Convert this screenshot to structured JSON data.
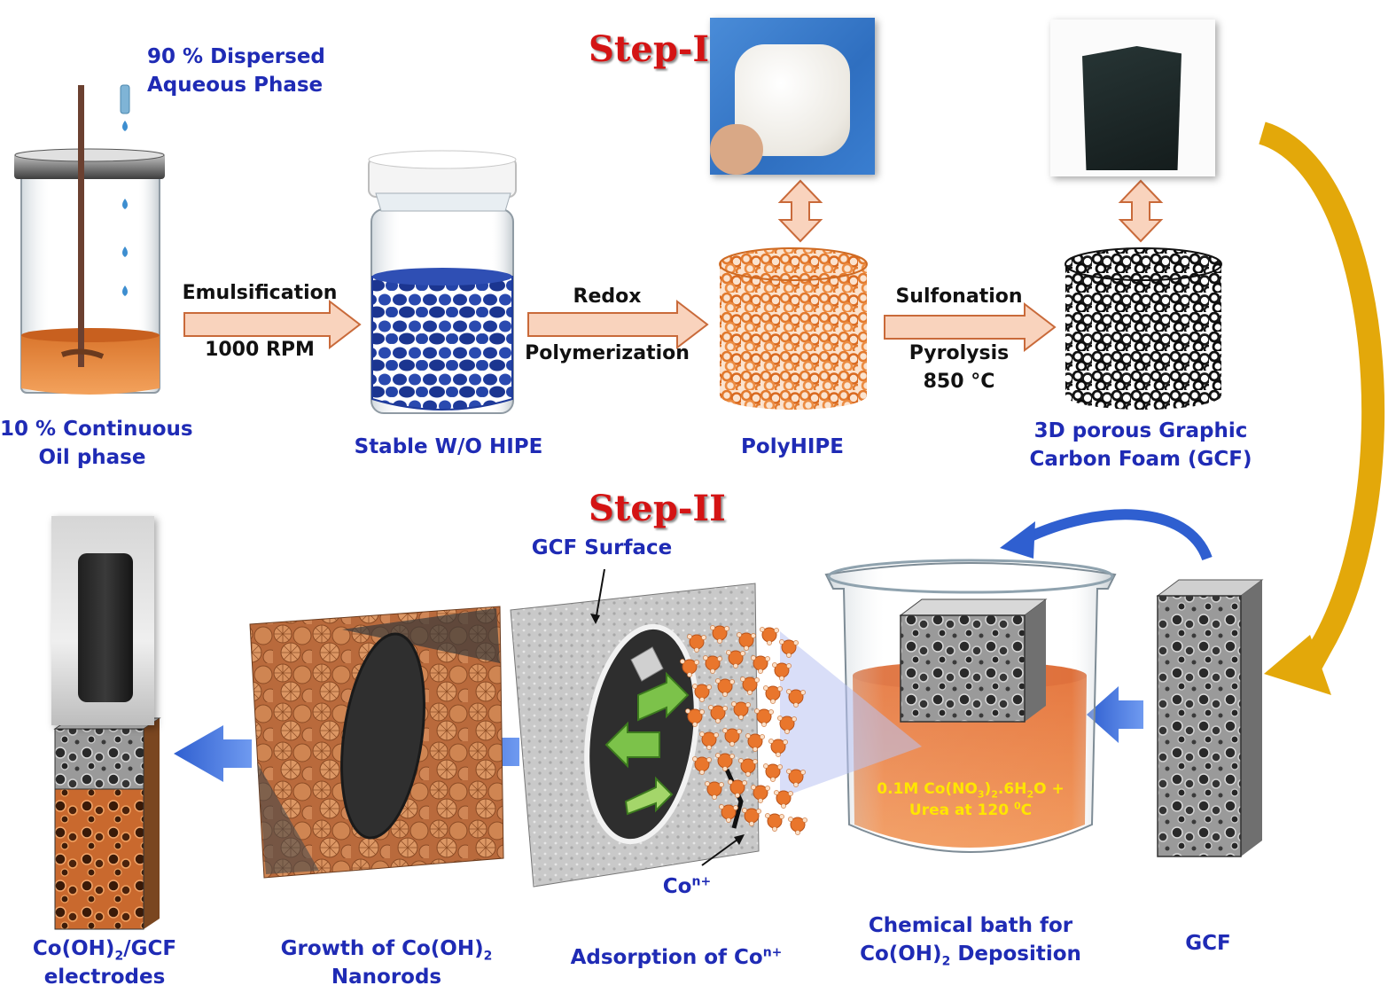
{
  "steps": {
    "step1": "Step-I",
    "step2": "Step-II"
  },
  "top_row": {
    "aqueous_line1": "90 % Dispersed",
    "aqueous_line2": "Aqueous Phase",
    "oil_line1": "10 % Continuous",
    "oil_line2": "Oil phase",
    "emulsification": "Emulsification",
    "rpm": "1000 RPM",
    "hipe": "Stable W/O HIPE",
    "redox": "Redox",
    "polymerization": "Polymerization",
    "polyhipe": "PolyHIPE",
    "sulfonation": "Sulfonation",
    "pyrolysis": "Pyrolysis",
    "temperature": "850 °C",
    "gcf_line1": "3D porous Graphic",
    "gcf_line2": "Carbon Foam (GCF)"
  },
  "bottom_row": {
    "gcf_surface": "GCF Surface",
    "ion_base": "Co",
    "ion_sup": "n+",
    "bath_formula_a": "0.1M Co(NO",
    "bath_formula_sub1": "3",
    "bath_formula_b": ")",
    "bath_formula_sub2": "2",
    "bath_formula_c": ".6H",
    "bath_formula_sub3": "2",
    "bath_formula_d": "O +",
    "bath_urea": "Urea at 120 ",
    "bath_deg": "0",
    "bath_c": "C",
    "electrode_line1_a": "Co(OH)",
    "electrode_line1_sub": "2",
    "electrode_line1_b": "/GCF",
    "electrode_line2": "electrodes",
    "growth_line1_a": "Growth of Co(OH)",
    "growth_line1_sub": "2",
    "growth_line2": "Nanorods",
    "adsorption_a": "Adsorption of Co",
    "adsorption_sup": "n+",
    "bath_line1": "Chemical bath for",
    "bath_line2_a": "Co(OH)",
    "bath_line2_sub": "2",
    "bath_line2_b": " Deposition",
    "gcf": "GCF"
  },
  "colors": {
    "label_blue": "#1f2bb5",
    "step_red": "#d41414",
    "process_arrow_fill": "#f9d3bd",
    "flow_arrow_blue": "#3a6fd8",
    "curved_arrow_gold": "#e3a80a",
    "bath_orange": "#e8672a",
    "foam_orange": "#e98a45",
    "emulsion_blue": "#1e3a9a"
  }
}
